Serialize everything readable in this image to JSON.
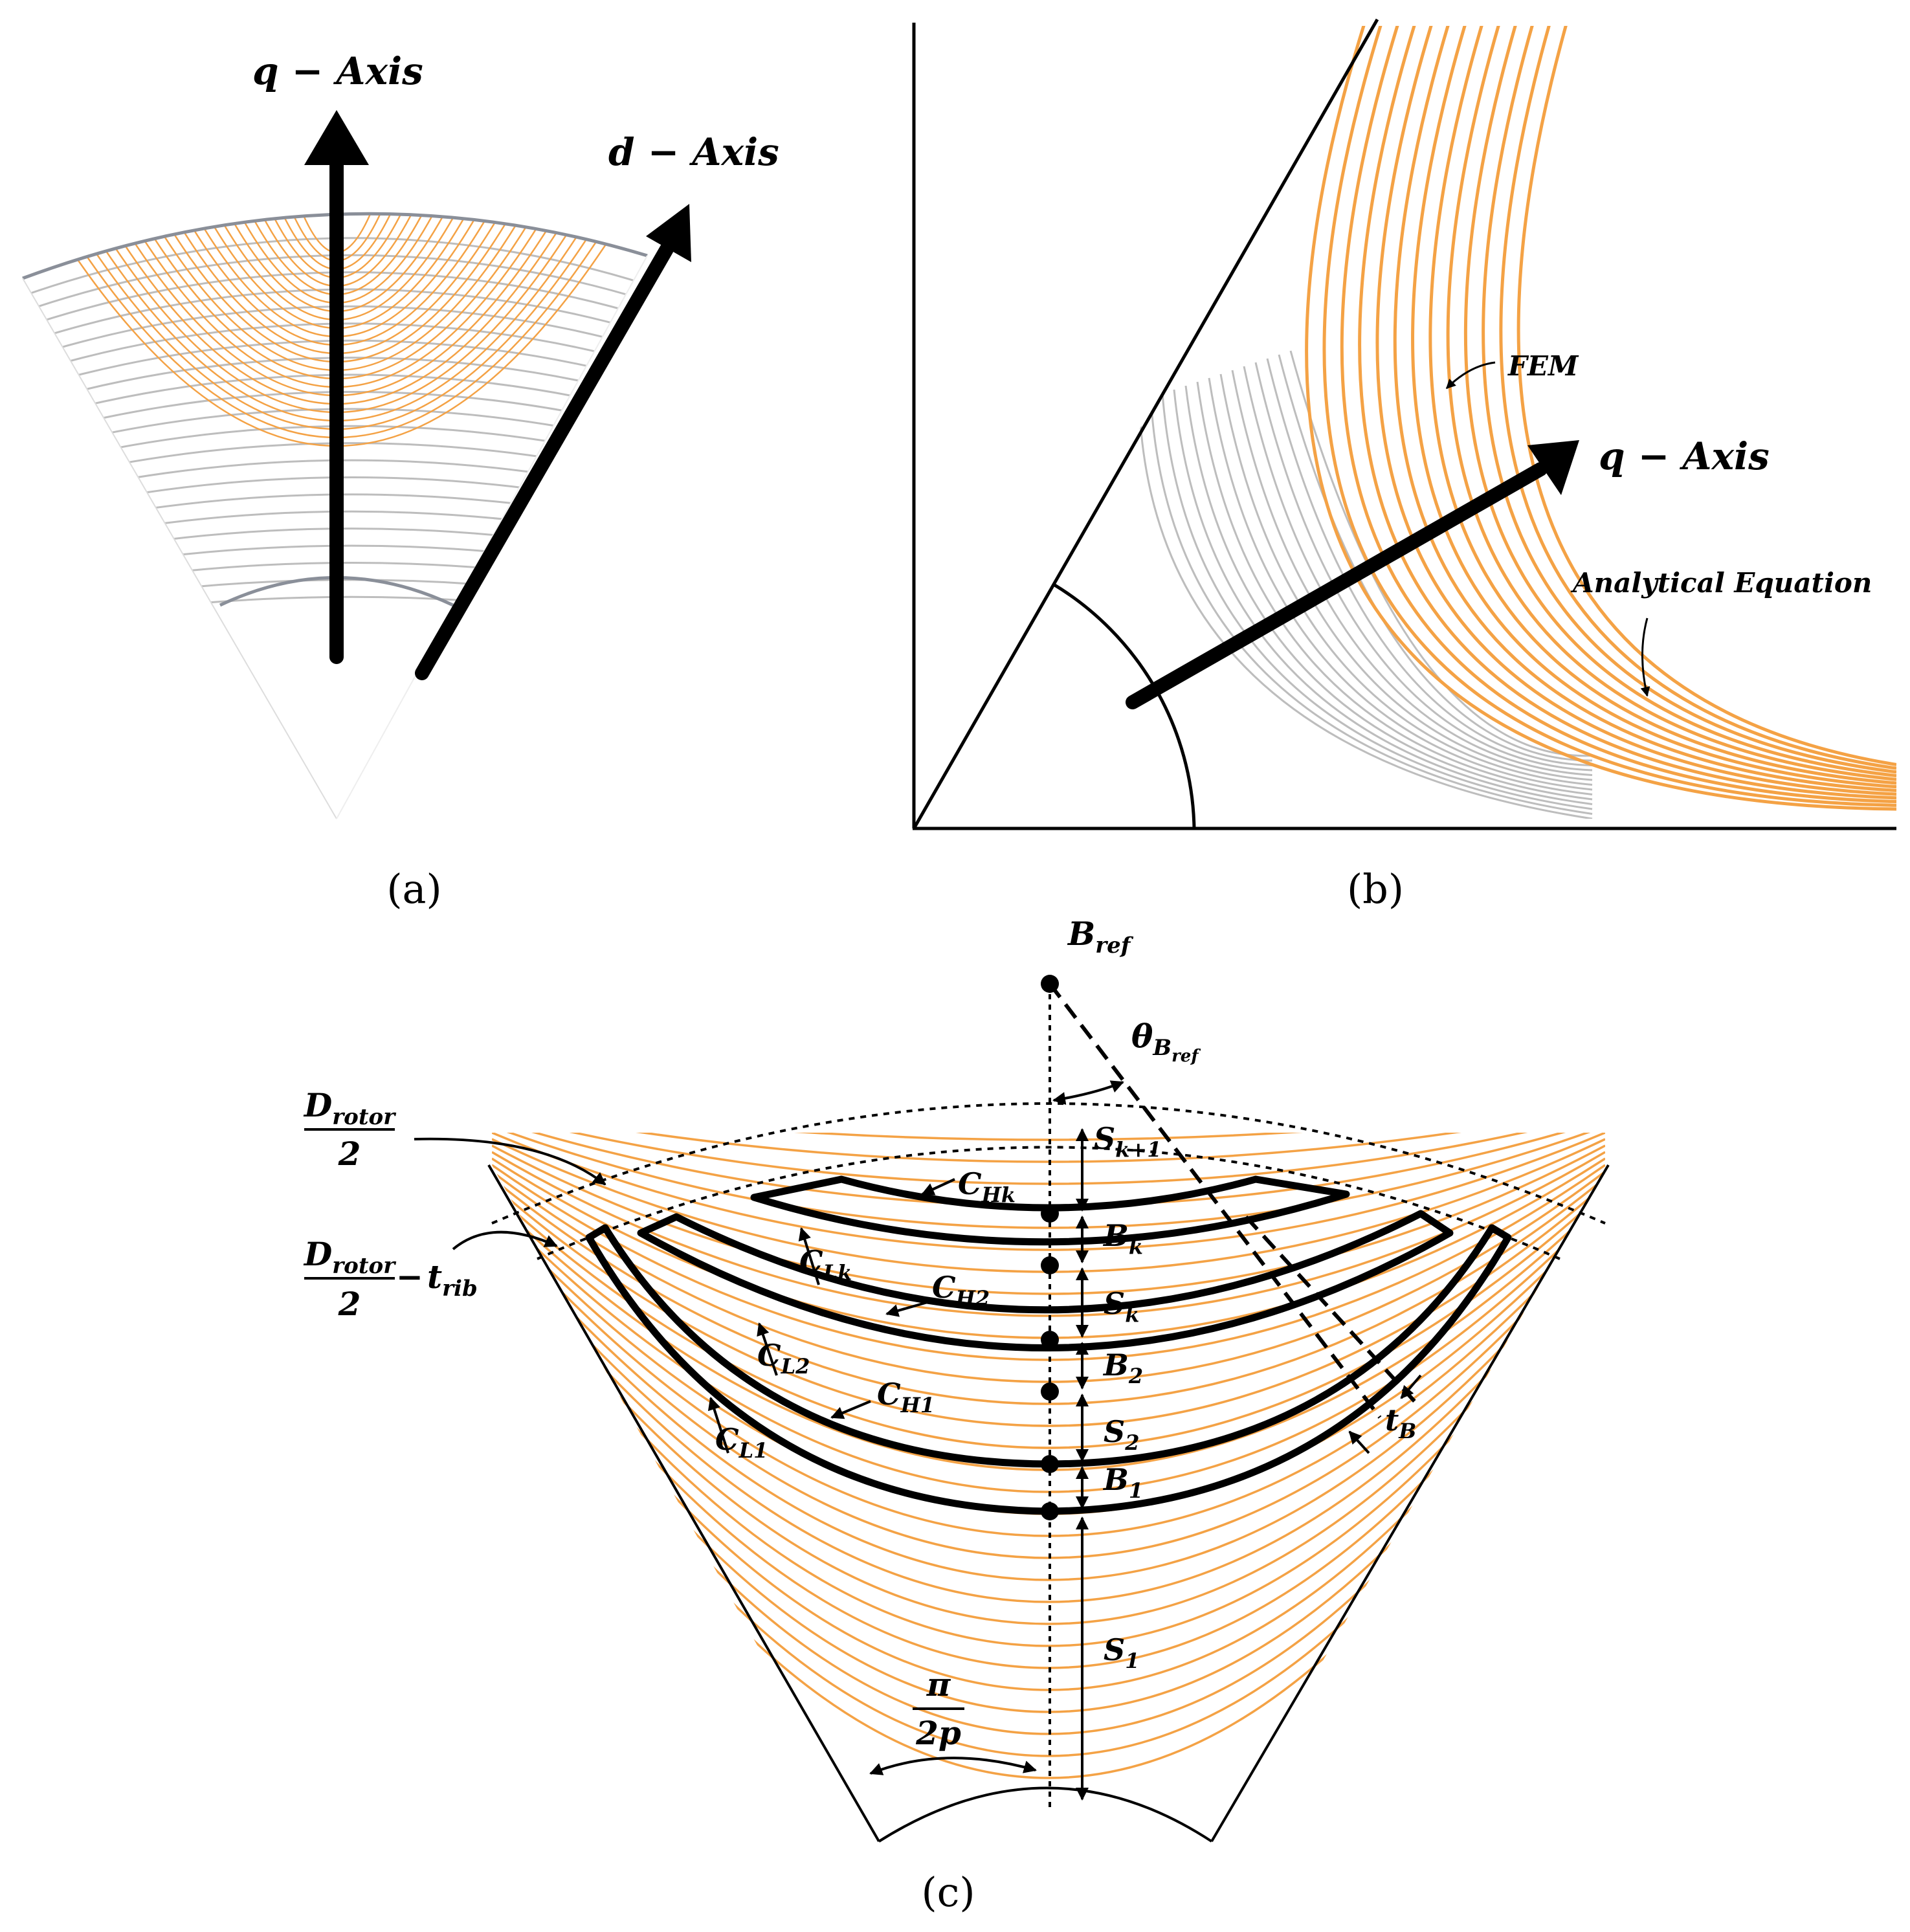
{
  "colors": {
    "flux_orange": "#f4a245",
    "fem_gray": "#bdbdbd",
    "ink": "#000000"
  },
  "panel_a": {
    "caption": "(a)",
    "q_axis_label": "q − Axis",
    "d_axis_label": "d − Axis"
  },
  "panel_b": {
    "caption": "(b)",
    "fem_label": "FEM",
    "q_axis_label": "q − Axis",
    "analytical_label": "Analytical Equation"
  },
  "panel_c": {
    "caption": "(c)",
    "b_ref": {
      "base": "B",
      "sub": "ref"
    },
    "theta": {
      "base": "θ",
      "sub": "B",
      "subsub": "ref"
    },
    "d_rotor_num": {
      "base": "D",
      "sub": "rotor"
    },
    "d_rotor_den": "2",
    "rib_minus": "−",
    "t_rib": {
      "base": "t",
      "sub": "rib"
    },
    "pi_num": "π",
    "pi_den": "2p",
    "t_b": {
      "base": "t",
      "sub": "B"
    },
    "gaps": [
      {
        "base": "S",
        "sub": "k+1"
      },
      {
        "base": "B",
        "sub": "k"
      },
      {
        "base": "S",
        "sub": "k"
      },
      {
        "base": "B",
        "sub": "2"
      },
      {
        "base": "S",
        "sub": "2"
      },
      {
        "base": "B",
        "sub": "1"
      },
      {
        "base": "S",
        "sub": "1"
      }
    ],
    "curve_labels": [
      {
        "base": "C",
        "sub": "Hk"
      },
      {
        "base": "C",
        "sub": "Lk"
      },
      {
        "base": "C",
        "sub": "H2"
      },
      {
        "base": "C",
        "sub": "L2"
      },
      {
        "base": "C",
        "sub": "H1"
      },
      {
        "base": "C",
        "sub": "L1"
      }
    ]
  }
}
